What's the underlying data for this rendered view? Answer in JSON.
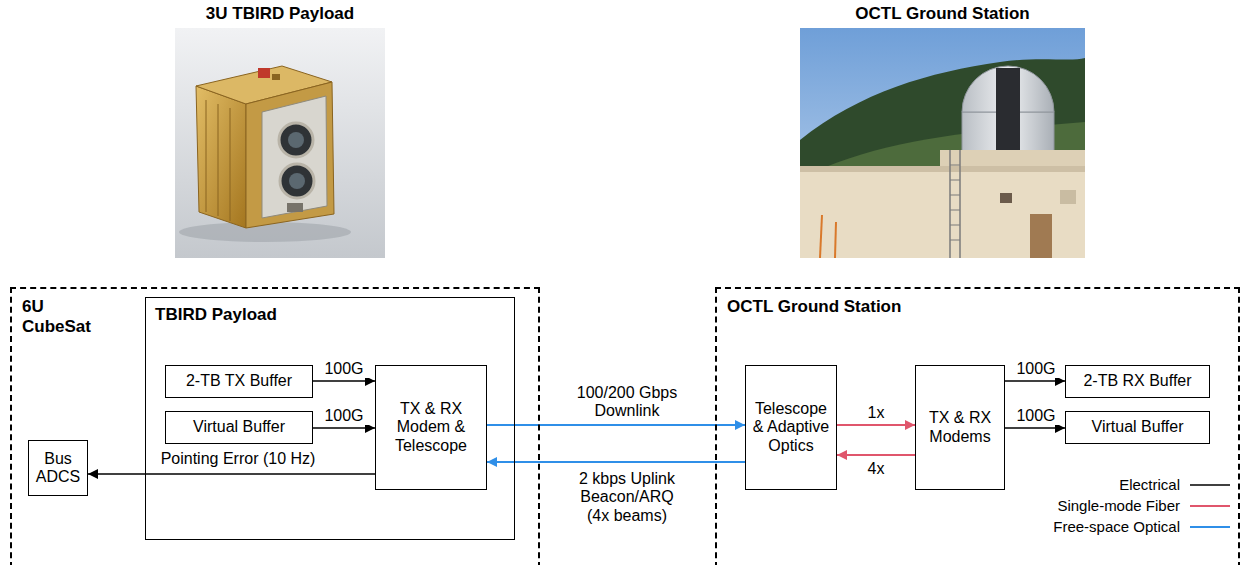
{
  "diagram": {
    "nodes": [
      {
        "text": [
          "6U CubeSat"
        ]
      },
      {
        "text": [
          "TBIRD Payload"
        ],
        "in": 0
      },
      {
        "text": [
          "2-TB TX Buffer"
        ],
        "in": 1
      },
      {
        "text": [
          "Virtual Buffer"
        ],
        "in": 1
      },
      {
        "text": [
          "TX & RX Modem & Telescope"
        ],
        "in": 1
      },
      {
        "text": [
          "Bus ADCS"
        ],
        "in": 0
      },
      {
        "text": [
          "OCTL Ground Station"
        ]
      },
      {
        "text": [
          "Telescope & Adaptive Optics"
        ],
        "in": 6
      },
      {
        "text": [
          "TX & RX Modems"
        ],
        "in": 6
      },
      {
        "text": [
          "2-TB RX Buffer"
        ],
        "in": 6
      },
      {
        "text": [
          "Virtual Buffer"
        ],
        "in": 6
      }
    ],
    "edges": [
      {
        "from": 2,
        "to": 4,
        "arrow": "to",
        "label": "100G"
      },
      {
        "from": 3,
        "to": 4,
        "arrow": "to",
        "label": "100G"
      },
      {
        "from": 4,
        "to": 5,
        "arrow": "to",
        "label": "Pointing Error (10 Hz)"
      },
      {
        "from": 4,
        "to": 7,
        "arrow": "to",
        "label": "100/200 Gbps Downlink"
      },
      {
        "from": 7,
        "to": 4,
        "arrow": "to",
        "label": "2 kbps Uplink Beacon/ARQ (4x beams)"
      },
      {
        "from": 7,
        "to": 8,
        "arrow": "to",
        "label": "1x"
      },
      {
        "from": 8,
        "to": 7,
        "arrow": "to",
        "label": "4x"
      },
      {
        "from": 8,
        "to": 9,
        "arrow": "to",
        "label": "100G"
      },
      {
        "from": 8,
        "to": 10,
        "arrow": "to",
        "label": "100G"
      }
    ],
    "labels": [
      "3U TBIRD Payload",
      "OCTL Ground Station"
    ],
    "legend": [
      {
        "text": "Electrical"
      },
      {
        "text": "Single-mode Fiber"
      },
      {
        "text": "Free-space Optical"
      }
    ]
  }
}
